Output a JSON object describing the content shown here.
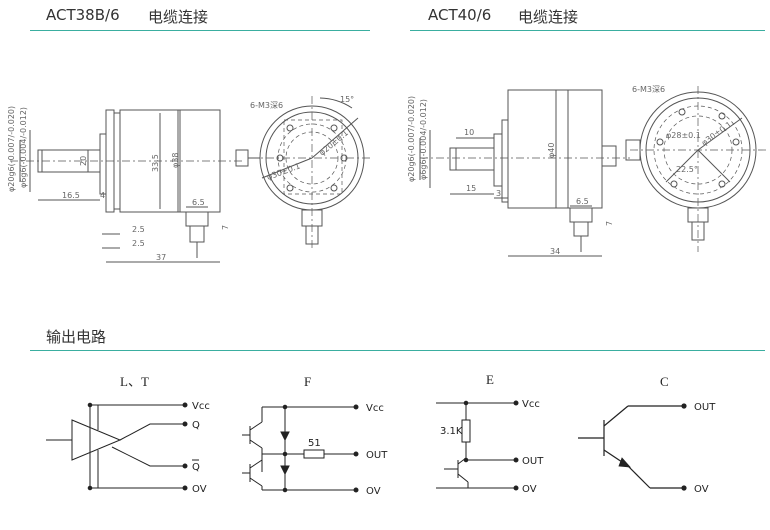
{
  "sections": {
    "left_title": "ACT38B/6",
    "left_subtitle": "电缆连接",
    "right_title": "ACT40/6",
    "right_subtitle": "电缆连接",
    "output_title": "输出电路"
  },
  "left_drawing": {
    "dims": {
      "d20": "φ20g6(-0.007/-0.020)",
      "d6": "φ6g6(-0.004/-0.012)",
      "len20": "20",
      "d33_5": "33.5",
      "d38": "φ38",
      "len16_5": "16.5",
      "w4": "4",
      "h2_5a": "2.5",
      "h2_5b": "2.5",
      "len37": "37",
      "w6_5": "6.5",
      "h7": "7",
      "hole": "6-M3深6",
      "angle": "15°",
      "pcd20": "φ20±0.1",
      "pcd30": "φ30±0.1"
    }
  },
  "right_drawing": {
    "dims": {
      "d20": "φ20g6(-0.007/-0.020)",
      "d6": "φ6g6(-0.004/-0.012)",
      "len10": "10",
      "d40": "φ40",
      "len15": "15",
      "w3": "3",
      "w6_5": "6.5",
      "h7": "7",
      "len34": "34",
      "hole": "6-M3深6",
      "pcd28": "φ28±0.1",
      "pcd30": "φ30±0.1",
      "angle": "22.5°"
    }
  },
  "circuits": {
    "LT": {
      "title": "L、T",
      "vcc": "Vcc",
      "q": "Q",
      "qbar": "Q",
      "ov": "OV"
    },
    "F": {
      "title": "F",
      "vcc": "Vcc",
      "out": "OUT",
      "ov": "OV",
      "res": "51"
    },
    "E": {
      "title": "E",
      "vcc": "Vcc",
      "out": "OUT",
      "ov": "OV",
      "res": "3.1K"
    },
    "C": {
      "title": "C",
      "out": "OUT",
      "ov": "OV"
    }
  },
  "colors": {
    "accent": "#3aaea0",
    "line": "#555555",
    "circuit": "#222222"
  }
}
